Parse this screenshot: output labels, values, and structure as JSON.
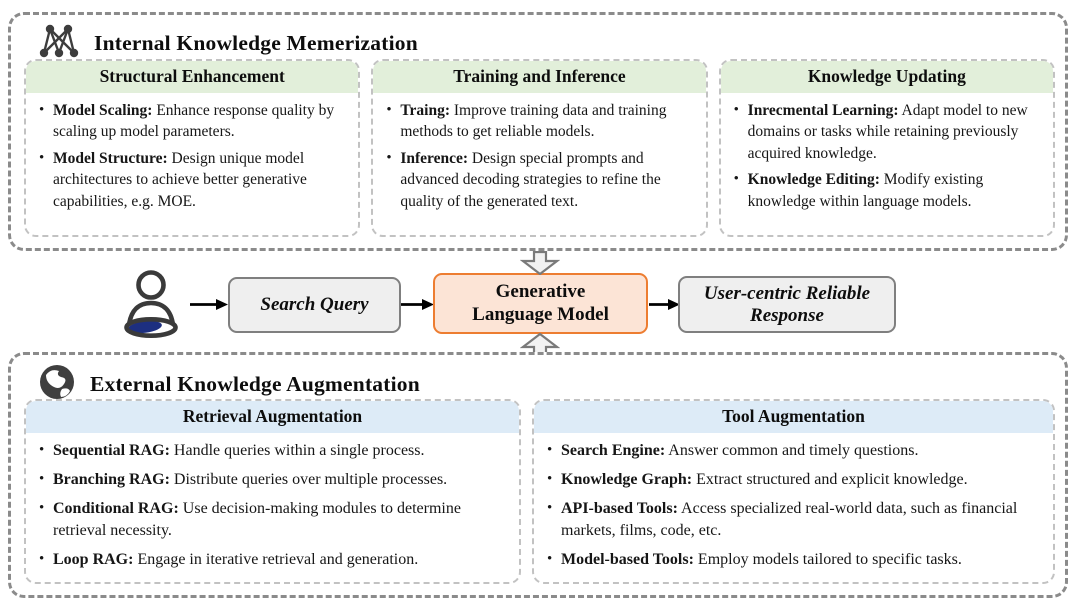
{
  "top_panel": {
    "title": "Internal Knowledge Memerization",
    "icon": "network-graph-icon",
    "header_color": "#E2EFDA",
    "cards": [
      {
        "header": "Structural Enhancement",
        "bullets": [
          {
            "term": "Model Scaling:",
            "desc": "Enhance response quality by scaling up model parameters."
          },
          {
            "term": "Model Structure:",
            "desc": "Design unique model architectures to achieve better generative capabilities, e.g. MOE."
          }
        ]
      },
      {
        "header": "Training and Inference",
        "bullets": [
          {
            "term": "Traing:",
            "desc": "Improve training data and training methods to get reliable models."
          },
          {
            "term": "Inference:",
            "desc": "Design special prompts and advanced decoding strategies to refine the quality of the generated text."
          }
        ]
      },
      {
        "header": "Knowledge Updating",
        "bullets": [
          {
            "term": "Inrecmental Learning:",
            "desc": "Adapt model to new domains or tasks while retaining previously acquired knowledge."
          },
          {
            "term": "Knowledge Editing:",
            "desc": "Modify existing knowledge within language models."
          }
        ]
      }
    ]
  },
  "flow": {
    "user_icon": "user-icon",
    "query_label": "Search Query",
    "model_lines": [
      "Generative",
      "Language Model"
    ],
    "response_label": "User-centric Reliable Response",
    "model_border_color": "#ED7D31",
    "model_fill_color": "#FCE4D6",
    "box_fill_color": "#EFEFEF"
  },
  "bottom_panel": {
    "title": "External Knowledge Augmentation",
    "icon": "globe-icon",
    "header_color": "#DDEBF7",
    "cards": [
      {
        "header": "Retrieval Augmentation",
        "bullets": [
          {
            "term": "Sequential RAG:",
            "desc": "Handle queries within a single process."
          },
          {
            "term": "Branching RAG:",
            "desc": "Distribute queries over multiple processes."
          },
          {
            "term": "Conditional RAG:",
            "desc": "Use decision-making modules to determine retrieval necessity."
          },
          {
            "term": "Loop RAG:",
            "desc": "Engage in iterative retrieval and generation."
          }
        ]
      },
      {
        "header": "Tool Augmentation",
        "bullets": [
          {
            "term": "Search Engine:",
            "desc": "Answer common and timely questions."
          },
          {
            "term": "Knowledge Graph:",
            "desc": "Extract structured and explicit knowledge."
          },
          {
            "term": "API-based Tools:",
            "desc": "Access specialized real-world data, such as financial markets, films, code, etc."
          },
          {
            "term": "Model-based Tools:",
            "desc": "Employ models tailored to specific tasks."
          }
        ]
      }
    ]
  },
  "icons": {
    "network_graph": "network-graph-icon",
    "globe": "globe-icon",
    "user": "user-icon",
    "right_arrow": "right-arrow-icon",
    "down_block_arrow": "down-block-arrow-icon",
    "up_block_arrow": "up-block-arrow-icon"
  }
}
